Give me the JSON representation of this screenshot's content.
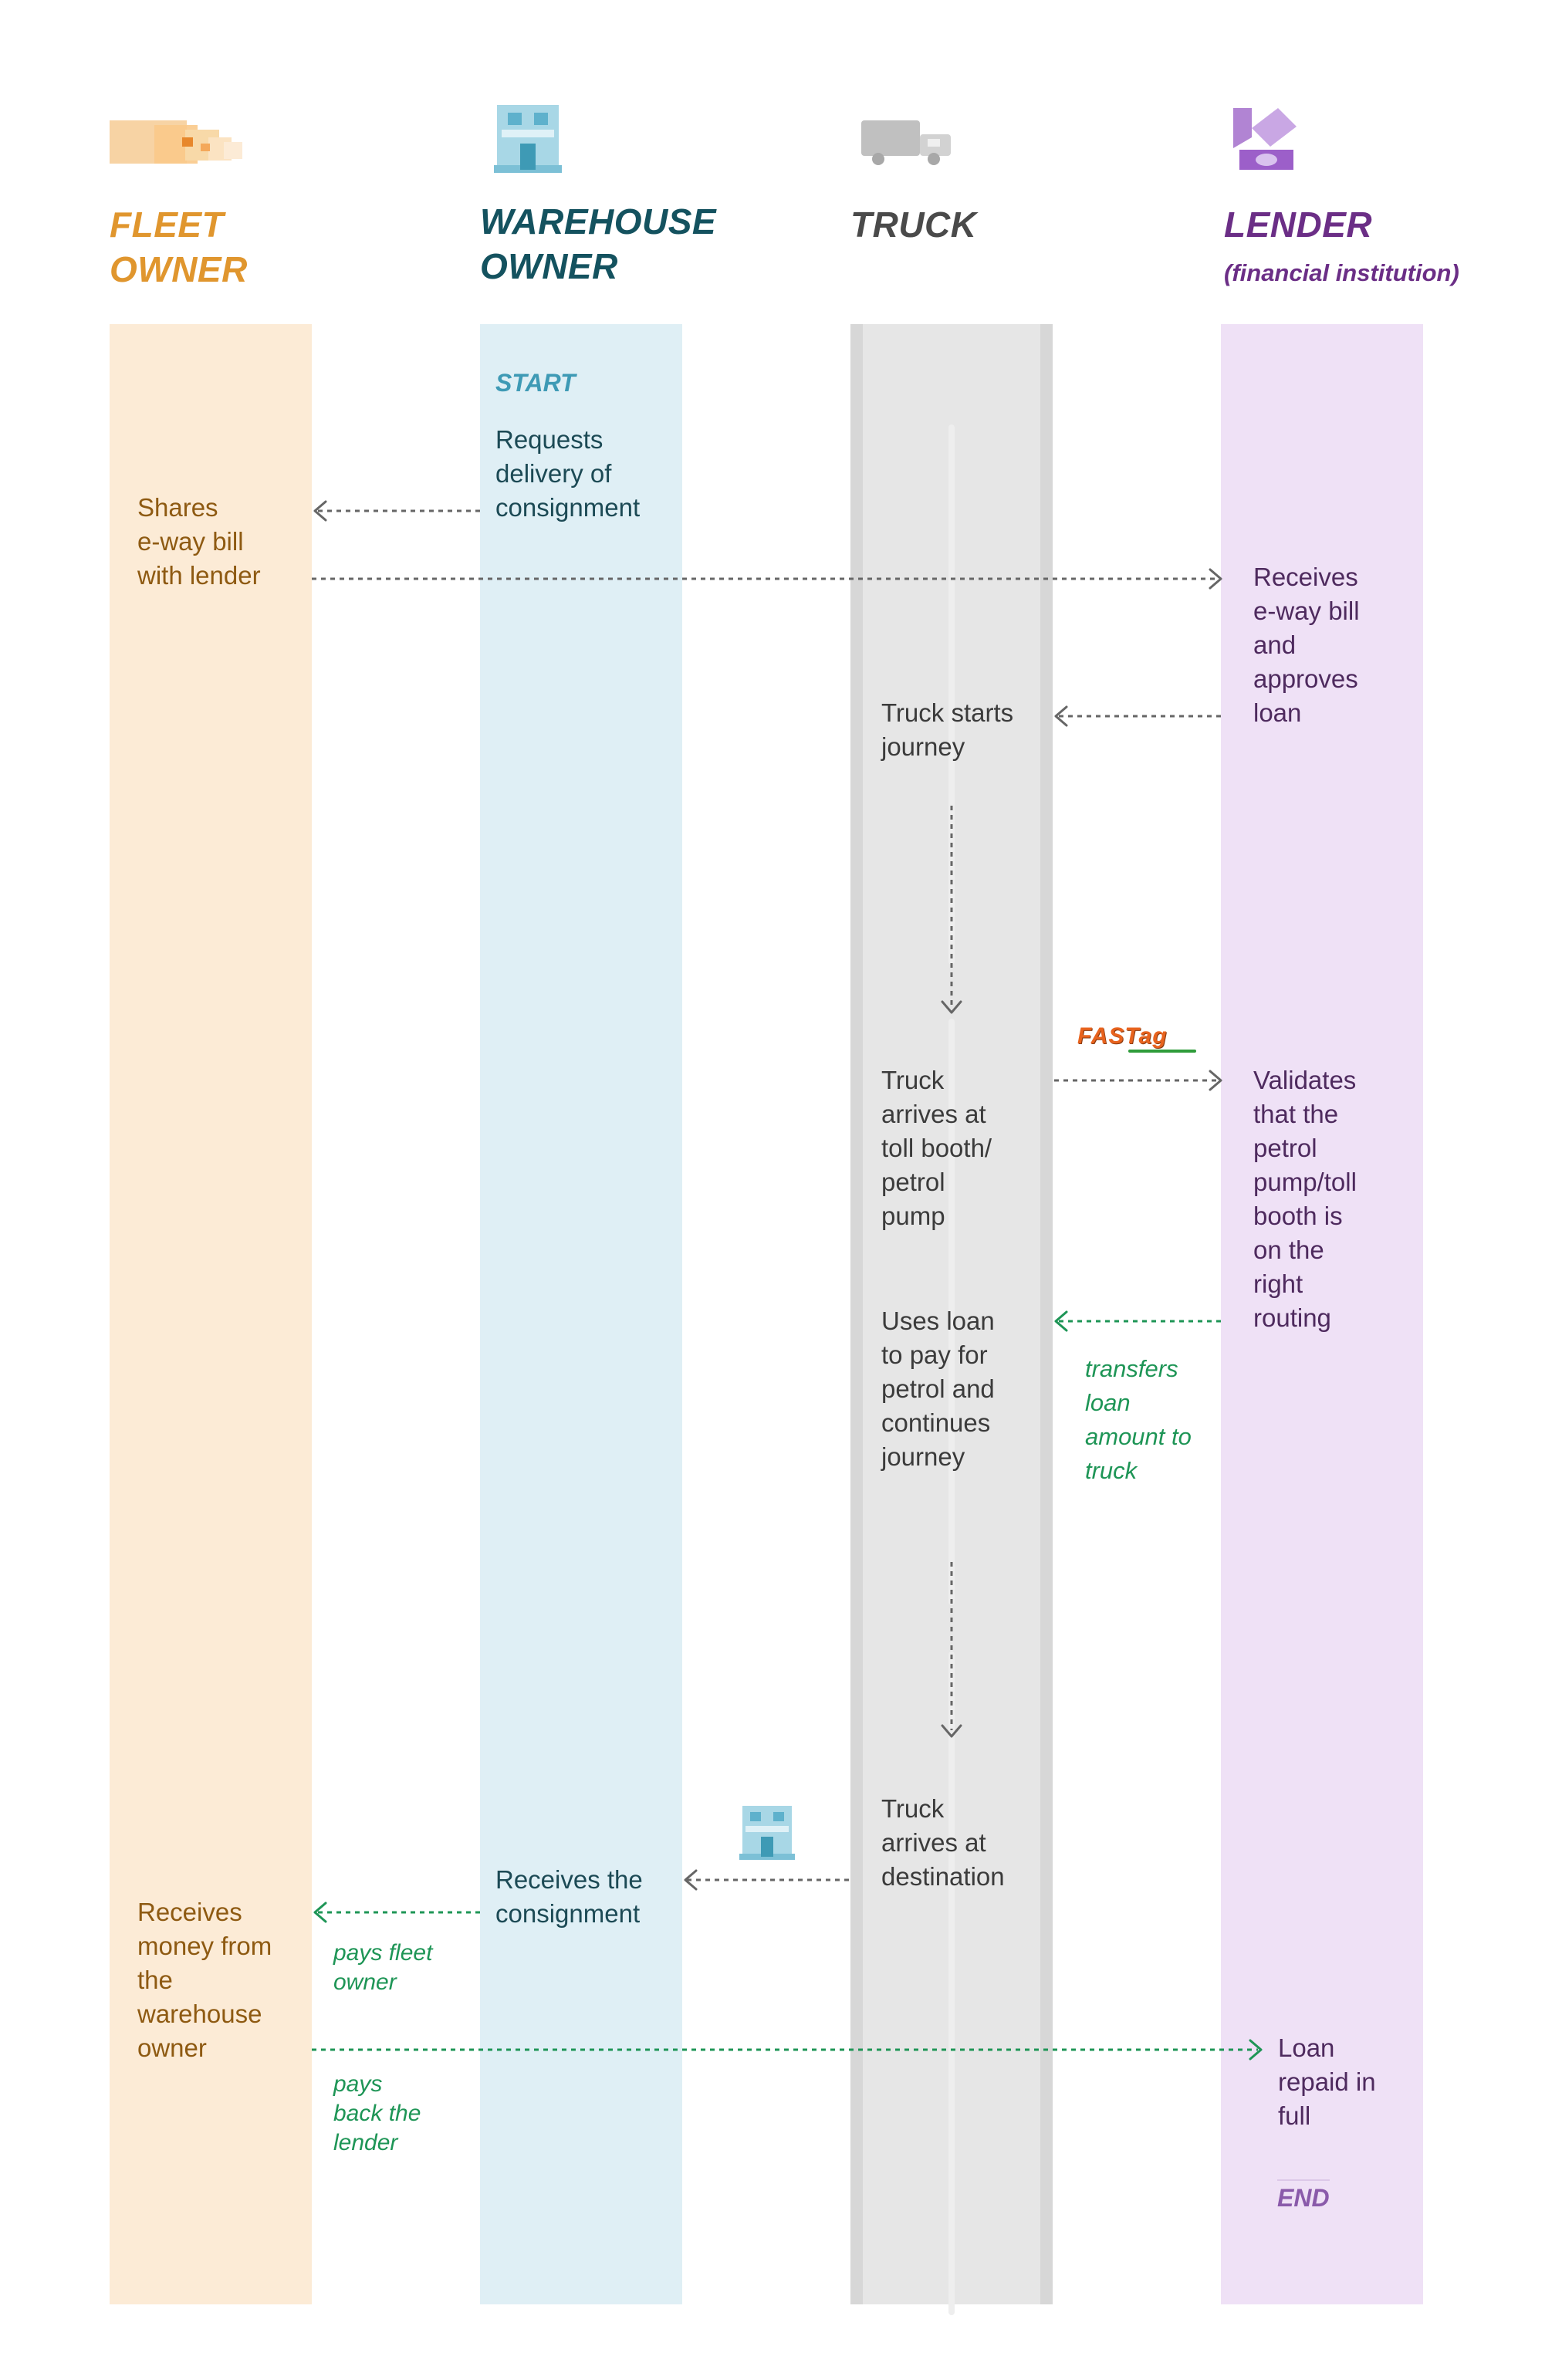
{
  "columns": {
    "fleet": {
      "title_line1": "FLEET",
      "title_line2": "OWNER",
      "color": "#E0962E",
      "lane_color": "#FCEBD6",
      "icon": "truck-fleet-icon"
    },
    "warehouse": {
      "title_line1": "WAREHOUSE",
      "title_line2": "OWNER",
      "color": "#14525F",
      "lane_color": "#DFEFF5",
      "icon": "warehouse-icon"
    },
    "truck": {
      "title_line1": "TRUCK",
      "color": "#4A4A4A",
      "lane_color": "#E6E6E6",
      "icon": "truck-icon"
    },
    "lender": {
      "title_line1": "LENDER",
      "subtitle": "(financial institution)",
      "color": "#6B2E86",
      "lane_color": "#EFE1F6",
      "icon": "lender-logo-icon"
    }
  },
  "tags": {
    "start": "START",
    "end": "END"
  },
  "steps": {
    "requests_delivery": "Requests\ndelivery of\nconsignment",
    "shares_eway": "Shares\ne-way bill\nwith lender",
    "receives_eway": "Receives\ne-way bill\nand\napproves\nloan",
    "truck_starts": "Truck starts\njourney",
    "truck_arrives_toll": "Truck\narrives at\ntoll booth/\npetrol\npump",
    "validates": "Validates\nthat the\npetrol\npump/toll\nbooth is\non the\nright\nrouting",
    "uses_loan": "Uses loan\nto pay for\npetrol and\ncontinues\njourney",
    "truck_arrives_dest": "Truck\narrives at\ndestination",
    "receives_consignment": "Receives the\nconsignment",
    "receives_money": "Receives\nmoney from\nthe\nwarehouse\nowner",
    "loan_repaid": "Loan\nrepaid in\nfull"
  },
  "annotations": {
    "transfers_loan": "transfers\nloan\namount to\ntruck",
    "pays_fleet": "pays fleet\nowner",
    "pays_back": "pays\nback the\nlender"
  },
  "fastag": {
    "label": "FASTag"
  },
  "colors": {
    "arrow_grey": "#666666",
    "arrow_green": "#1E9556"
  }
}
